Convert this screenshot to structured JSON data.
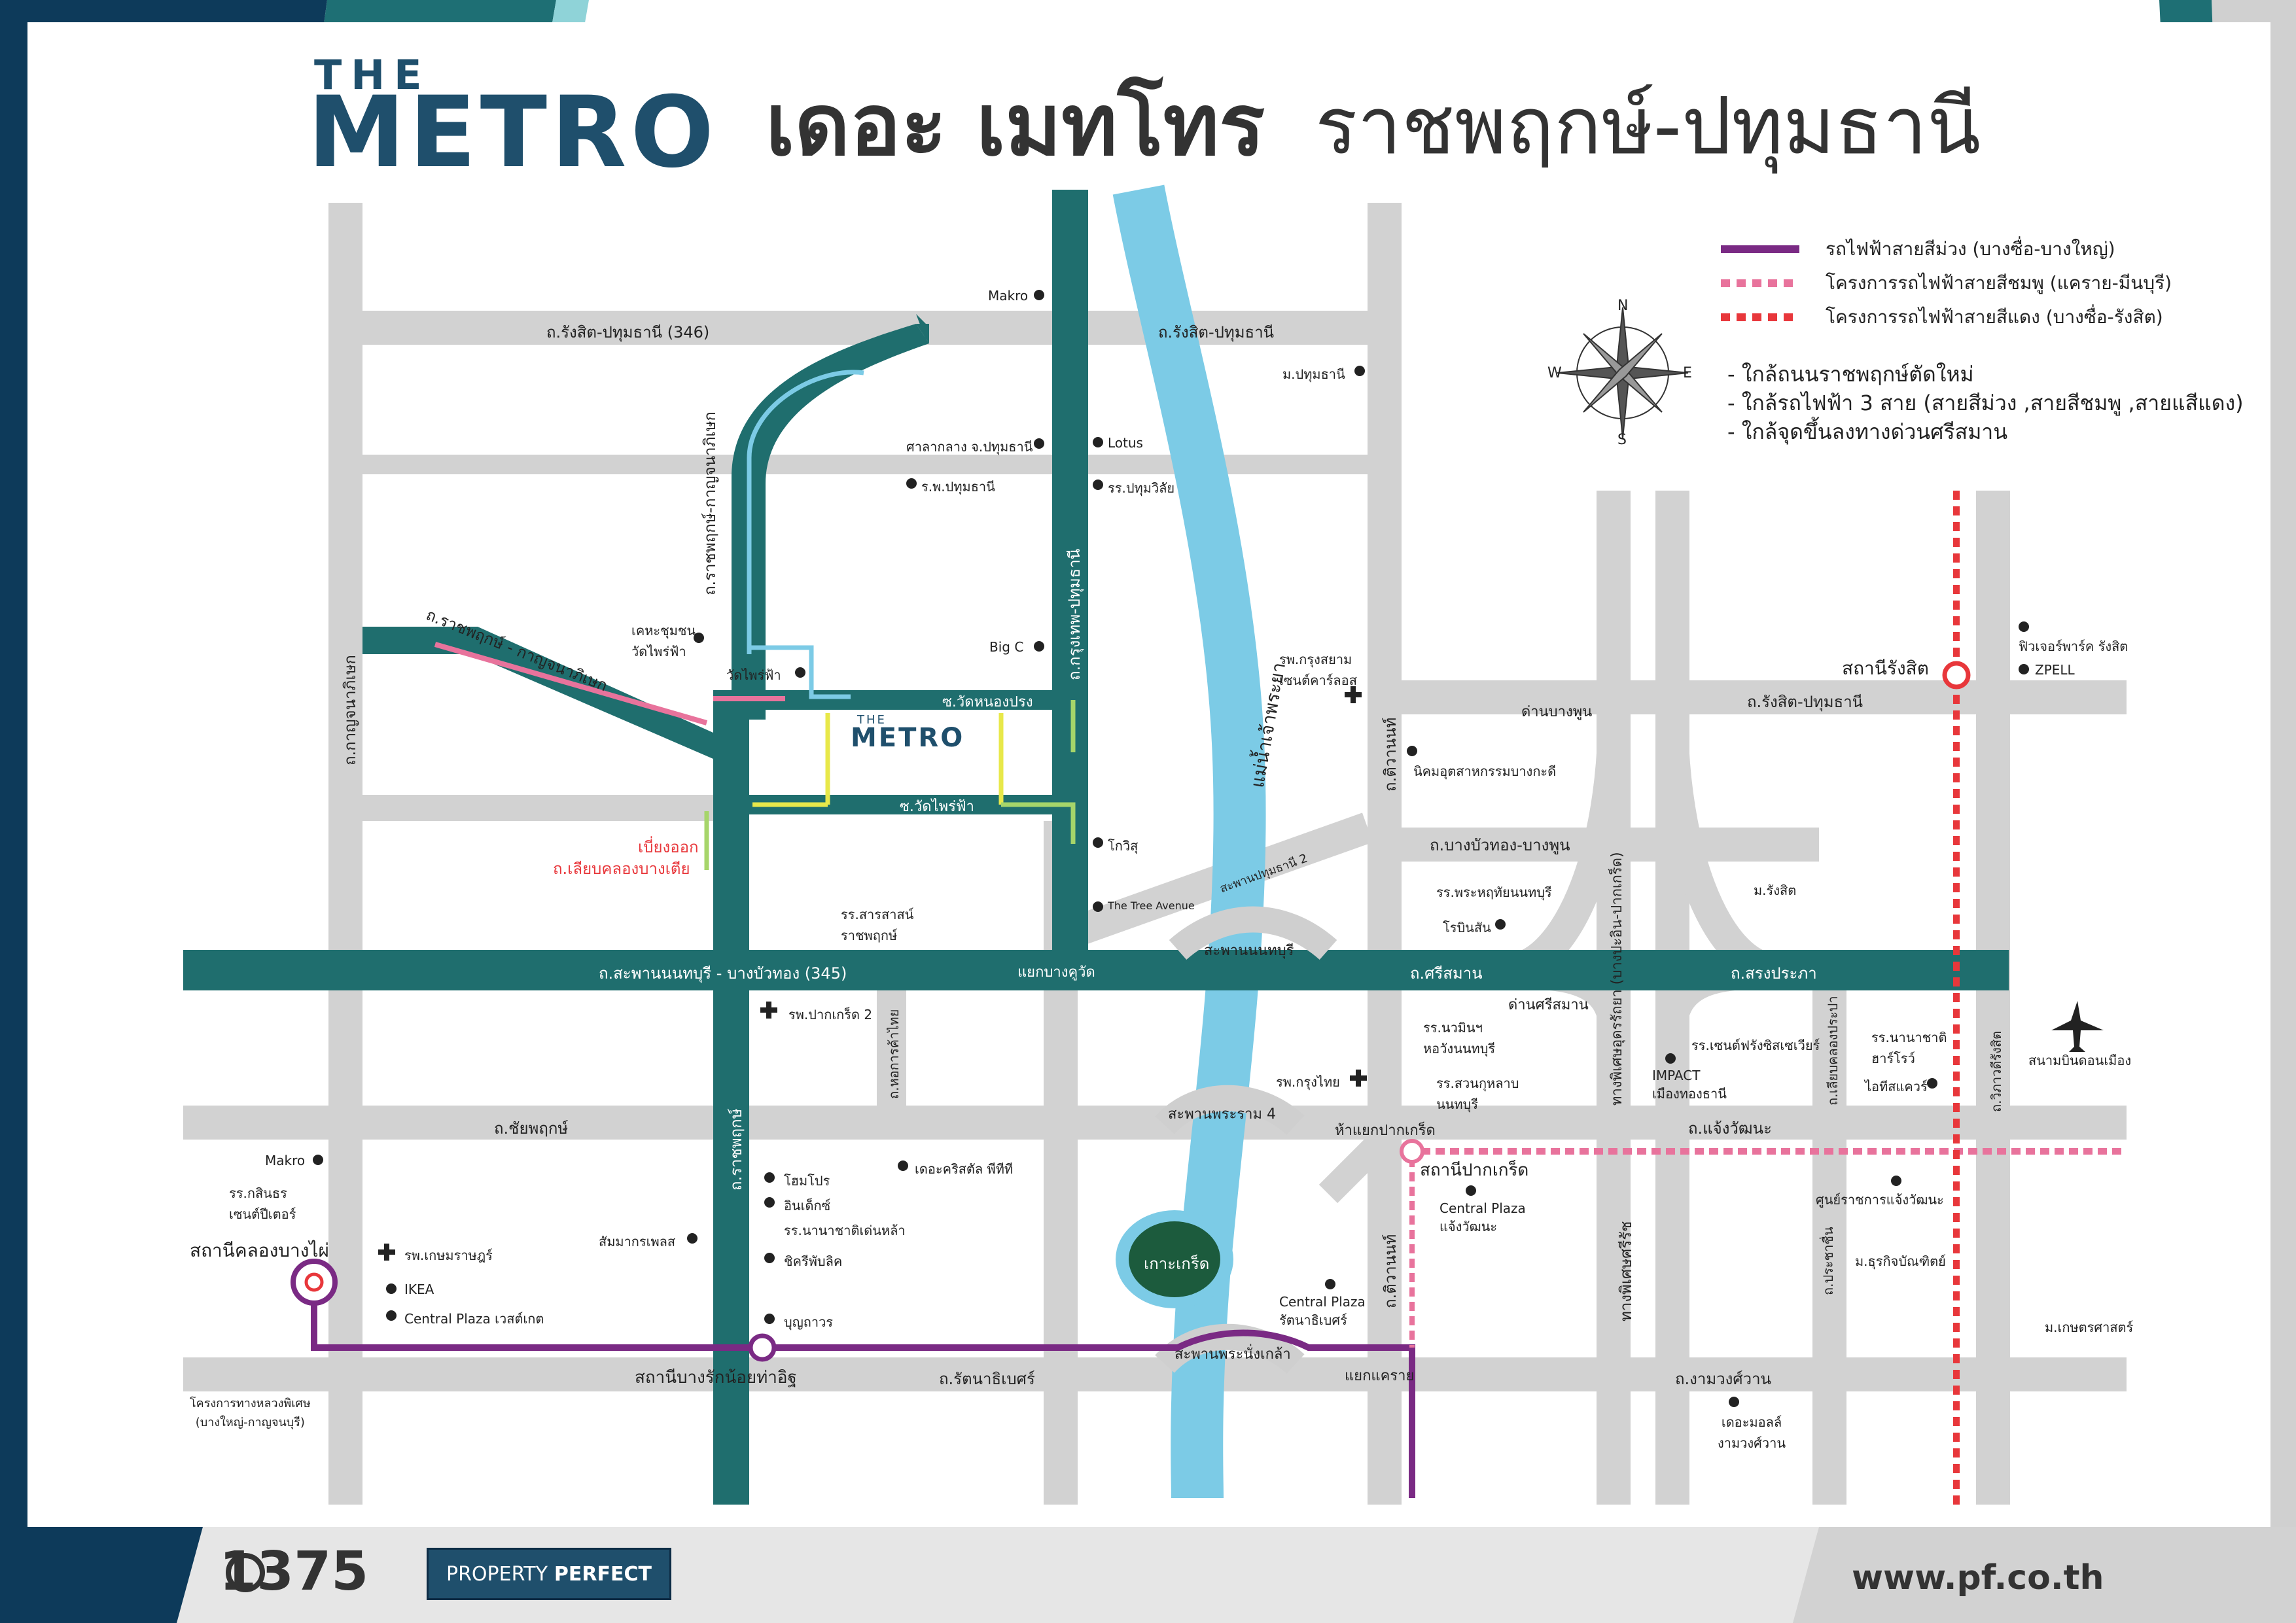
{
  "header": {
    "logo_the": "THE",
    "logo_metro": "METRO",
    "title_bold": "เดอะ เมทโทร",
    "title_light": "ราชพฤกษ์-ปทุมธานี"
  },
  "legend": {
    "items": [
      {
        "label": "รถไฟฟ้าสายสีม่วง (บางซื่อ-บางใหญ่)",
        "color": "#7a2a84",
        "style": "solid"
      },
      {
        "label": "โครงการรถไฟฟ้าสายสีชมพู (แคราย-มีนบุรี)",
        "color": "#e8739c",
        "style": "dotted"
      },
      {
        "label": "โครงการรถไฟฟ้าสายสีแดง (บางซื่อ-รังสิต)",
        "color": "#e8373b",
        "style": "dotted"
      }
    ]
  },
  "notes": [
    "- ใกล้ถนนราชพฤกษ์ตัดใหม่",
    "- ใกล้รถไฟฟ้า 3 สาย (สายสีม่วง ,สายสีชมพู ,สายแสีแดง)",
    "- ใกล้จุดขึ้นลงทางด่วนศรีสมาน"
  ],
  "compass": {
    "n": "N",
    "s": "S",
    "e": "E",
    "w": "W"
  },
  "project_logo": {
    "the": "THE",
    "metro": "METRO"
  },
  "roads": {
    "rangsit_pathum_346": "ถ.รังสิต-ปทุมธานี (346)",
    "rangsit_pathum_mid": "ถ.รังสิต-ปทุมธานี",
    "rangsit_pathum_east": "ถ.รังสิต-ปทุมธานี",
    "ratchaphruek_kanchana_diag": "ถ.ราชพฤกษ์-กาญจนาภิเษก",
    "ratchaphruek_kanchana_west": "ถ.ราชพฤกษ์ - กาญจนาภิเษก",
    "kanchanaphisek": "ถ.กาญจนาภิเษก",
    "krungthep_pathum": "ถ.กรุงเทพ-ปทุมธานี",
    "soi_wat_nong_prong": "ซ.วัดหนองปรง",
    "soi_wat_phrai_fa": "ซ.วัดไพร่ฟ้า",
    "sapan_non_bangbuathong": "ถ.สะพานนนทบุรี - บางบัวทอง (345)",
    "ratchaphruek": "ถ.ราชพฤกษ์",
    "chaiyaphruek": "ถ.ชัยพฤกษ์",
    "rattanathibet": "ถ.รัตนาธิเบศร์",
    "tiwanon_top": "ถ.ติวานนท์",
    "tiwanon_bottom": "ถ.ติวานนท์",
    "bangbuathong_bangphun": "ถ.บางบัวทอง-บางพูน",
    "srisaman": "ถ.ศรีสมาน",
    "songprapha": "ถ.สรงประภา",
    "chaengwattana": "ถ.แจ้งวัฒนะ",
    "ngamwongwan": "ถ.งามวงศ์วาน",
    "kuttanon_toll": "ทางพิเศษอุดรรัถยา (บางปะอิน-ปากเกร็ด)",
    "sri_rat_exp": "ทางพิเศษศรีรัช",
    "liab_khlong_prapa": "ถ.เลียบคลองประปา",
    "prachachuen": "ถ.ประชาชื่น",
    "vibhavadi": "ถ.วิภาวดีรังสิต",
    "lak_kahm_thai": "ถ.หอการค้าไทย",
    "sapan_pathum2": "สะพานปทุมธานี 2",
    "sapan_nonthaburi": "สะพานนนทบุรี",
    "sapan_rama4": "สะพานพระราม 4",
    "sapan_nangklao": "สะพานพระนั่งเกล้า",
    "river": "แม่น้ำเจ้าพระยา",
    "koh_kret": "เกาะเกร็ด",
    "turn_out": "เบี่ยงออก",
    "liab_khlong_bang_tuay": "ถ.เลียบคลองบางเตีย",
    "yaek_bang_kuwat": "แยกบางคูวัด",
    "yaek_khae_rai": "แยกแคราย",
    "ha_yaek_pak_kret": "ห้าแยกปากเกร็ด",
    "dan_bang_phun": "ด่านบางพูน",
    "dan_srisaman": "ด่านศรีสมาน",
    "outer_ring_project": "โครงการทางหลวงพิเศษ\n(บางใหญ่-กาญจนบุรี)"
  },
  "stations": {
    "rangsit": "สถานีรังสิต",
    "khlong_bang_phai": "สถานีคลองบางไผ่",
    "bang_rak_noi": "สถานีบางรักน้อยท่าอิฐ",
    "pak_kret": "สถานีปากเกร็ด"
  },
  "places": {
    "makro_top": "Makro",
    "mor_pathum": "ม.ปทุมธานี",
    "sala_klang": "ศาลากลาง จ.ปทุมธานี",
    "lotus": "Lotus",
    "rp_pathum": "ร.พ.ปทุมธานี",
    "rr_pathumwilai": "รร.ปทุมวิลัย",
    "kheha_chumchon": "เคหะชุมชน\nวัดไพร่ฟ้า",
    "wat_phrai_fa": "วัดไพร่ฟ้า",
    "big_c": "Big C",
    "rp_krungsiam": "รพ.กรุงสยาม\nเซนต์คาร์ลอส",
    "nikhom": "นิคมอุตสาหกรรมบางกะดี",
    "future_park": "ฟิวเจอร์พาร์ค รังสิต",
    "zpell": "ZPELL",
    "kowit": "โกวิสุ",
    "tree_avenue": "The Tree Avenue",
    "rr_sarasas": "รร.สารสาสน์\nราชพฤกษ์",
    "rr_prarhuthai": "รร.พระหฤทัยนนทบุรี",
    "robinson": "โรบินสัน",
    "mor_rangsit": "ม.รังสิต",
    "rp_pak_kret2": "รพ.ปากเกร็ด 2",
    "rr_nawamin": "รร.นวมินฯ\nหอวังนนทบุรี",
    "rp_krungthai": "รพ.กรุงไทย",
    "rr_suankularb": "รร.สวนกุหลาบ\nนนทบุรี",
    "rr_saint_francis": "รร.เซนต์ฟรังซิสเซเวียร์",
    "impact": "IMPACT\nเมืองทองธานี",
    "rr_nanachat_harrow": "รร.นานาชาติ\nฮาร์โรว์",
    "it_square": "ไอทีสแควร์",
    "don_mueang": "สนามบินดอนเมือง",
    "makro_left": "Makro",
    "rr_kasinthon": "รร.กสินธร\nเซนต์ปีเตอร์",
    "rp_kasemrad": "รพ.เกษมราษฎร์",
    "ikea": "IKEA",
    "central_westgate": "Central Plaza เวสต์เกต",
    "home_pro": "โฮมโปร",
    "index": "อินเด็กซ์",
    "rr_nanachat_denla": "รร.นานาชาติเด่นหล้า",
    "chic_republic": "ชิครีพับลิค",
    "bunthavorn": "บุญถาวร",
    "crystal_ptt": "เดอะคริสตัล พีทีที",
    "samakorn": "สัมมากรเพลส",
    "central_chaengwattana": "Central Plaza\nแจ้งวัฒนะ",
    "central_rattanathibet": "Central Plaza\nรัตนาธิเบศร์",
    "govt_complex": "ศูนย์ราชการแจ้งวัฒนะ",
    "mor_thurakij": "ม.ธุรกิจบัณฑิตย์",
    "mor_kasetsart": "ม.เกษตรศาสตร์",
    "mall_ngamwongwan": "เดอะมอลล์\nงามวงศ์วาน"
  },
  "footer": {
    "hotline": "1375",
    "brand_light": "PROPERTY",
    "brand_bold": "PERFECT",
    "website": "www.pf.co.th"
  },
  "colors": {
    "teal_road": "#1f6e6e",
    "gray_road": "#d2d2d2",
    "river": "#7ccbe6",
    "purple_line": "#7a2a84",
    "pink_line": "#e8739c",
    "red_line": "#e8373b",
    "navy": "#1f4f6c",
    "island": "#1c5b3d"
  }
}
